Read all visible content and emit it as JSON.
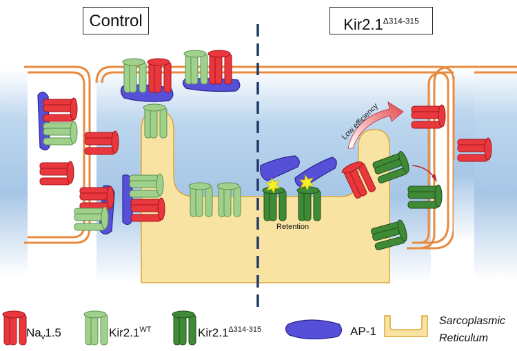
{
  "panels": {
    "left_title": "Control",
    "right_title_base": "Kir2.1",
    "right_title_sup": "Δ314-315"
  },
  "annotations": {
    "retention": "Retention",
    "low_efficiency": "Low efficiency"
  },
  "legend": {
    "nav": {
      "base": "Na",
      "sub": "v",
      "suffix": "1.5",
      "color": "#e8373d"
    },
    "kir_wt": {
      "base": "Kir2.1",
      "sup": "WT",
      "color": "#9fd08c"
    },
    "kir_mut": {
      "base": "Kir2.1",
      "sup": "Δ314-315",
      "color": "#3f8a36"
    },
    "ap1": {
      "label": "AP-1",
      "color": "#5650d8"
    },
    "sr": {
      "line1": "Sarcoplasmic",
      "line2": "Reticulum",
      "color": "#f8e3a2"
    }
  },
  "colors": {
    "membrane": "#e98a3e",
    "cytoplasm": "#a9c8e6",
    "divider": "#1f3a66"
  }
}
